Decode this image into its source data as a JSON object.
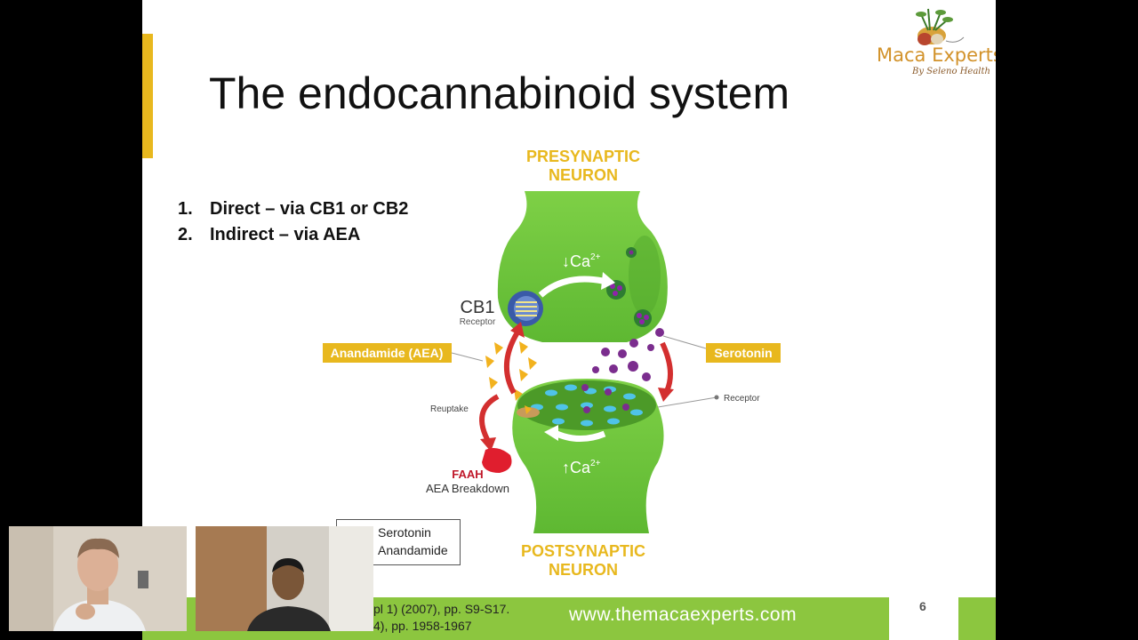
{
  "slide": {
    "title": "The endocannabinoid system",
    "logo": {
      "brand": "Maca Experts",
      "tagline": "By Seleno Health"
    },
    "list": [
      {
        "num": "1.",
        "text": "Direct – via CB1 or CB2"
      },
      {
        "num": "2.",
        "text": "Indirect – via AEA"
      }
    ],
    "diagram": {
      "presynaptic": [
        "PRESYNAPTIC",
        "NEURON"
      ],
      "postsynaptic": [
        "POSTSYNAPTIC",
        "NEURON"
      ],
      "ca_top": "↓Ca",
      "ca_bottom": "↑Ca",
      "ca_sup": "2+",
      "cb1": "CB1",
      "cb1_sub": "Receptor",
      "anandamide_tag": "Anandamide (AEA)",
      "serotonin_tag": "Serotonin",
      "receptor_label": "Receptor",
      "reuptake_label": "Reuptake",
      "faah": "FAAH",
      "faah_sub": "AEA Breakdown"
    },
    "legend": [
      "Serotonin",
      "Anandamide"
    ],
    "refs": [
      "pl 1) (2007), pp. S9-S17.",
      "4), pp. 1958-1967"
    ],
    "footer_url": "www.themacaexperts.com",
    "page_number": "6",
    "colors": {
      "accent": "#e8b81e",
      "green": "#8cc63f",
      "neuron": "#6dc63c",
      "tag": "#e8b81e"
    }
  },
  "video_tiles": [
    {
      "name": "participant-1"
    },
    {
      "name": "participant-2"
    }
  ]
}
